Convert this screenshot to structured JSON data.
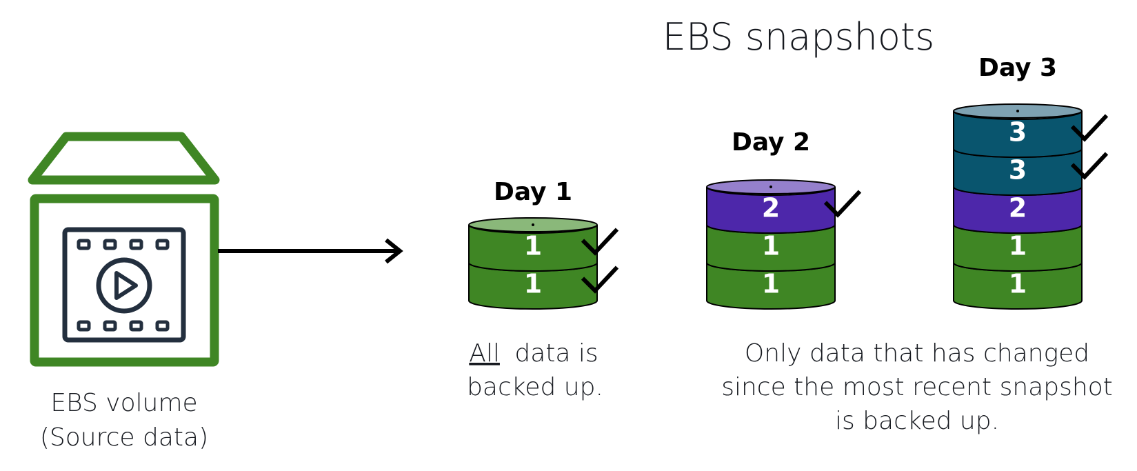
{
  "title": "EBS snapshots",
  "source": {
    "label_line1": "EBS volume",
    "label_line2": "(Source data)",
    "icon": "video-file-icon",
    "color": "#3f8624"
  },
  "snapshots": [
    {
      "day": "Day 1",
      "layers": [
        {
          "label": "1",
          "color": "#3f8624"
        },
        {
          "label": "1",
          "color": "#3f8624"
        }
      ],
      "checks": 2,
      "top_color": "#8ab87a"
    },
    {
      "day": "Day 2",
      "layers": [
        {
          "label": "1",
          "color": "#3f8624"
        },
        {
          "label": "1",
          "color": "#3f8624"
        },
        {
          "label": "2",
          "color": "#4d27aa"
        }
      ],
      "checks": 1,
      "top_color": "#9580cc"
    },
    {
      "day": "Day 3",
      "layers": [
        {
          "label": "1",
          "color": "#3f8624"
        },
        {
          "label": "1",
          "color": "#3f8624"
        },
        {
          "label": "2",
          "color": "#4d27aa"
        },
        {
          "label": "3",
          "color": "#09556e"
        },
        {
          "label": "3",
          "color": "#09556e"
        }
      ],
      "checks": 2,
      "top_color": "#7fa2b2"
    }
  ],
  "captions": {
    "full_emphasis": "All",
    "full_rest_line1": "data is",
    "full_line2": "backed up.",
    "incremental_line1": "Only data that has changed",
    "incremental_line2": "since the most recent snapshot",
    "incremental_line3": "is backed up."
  }
}
